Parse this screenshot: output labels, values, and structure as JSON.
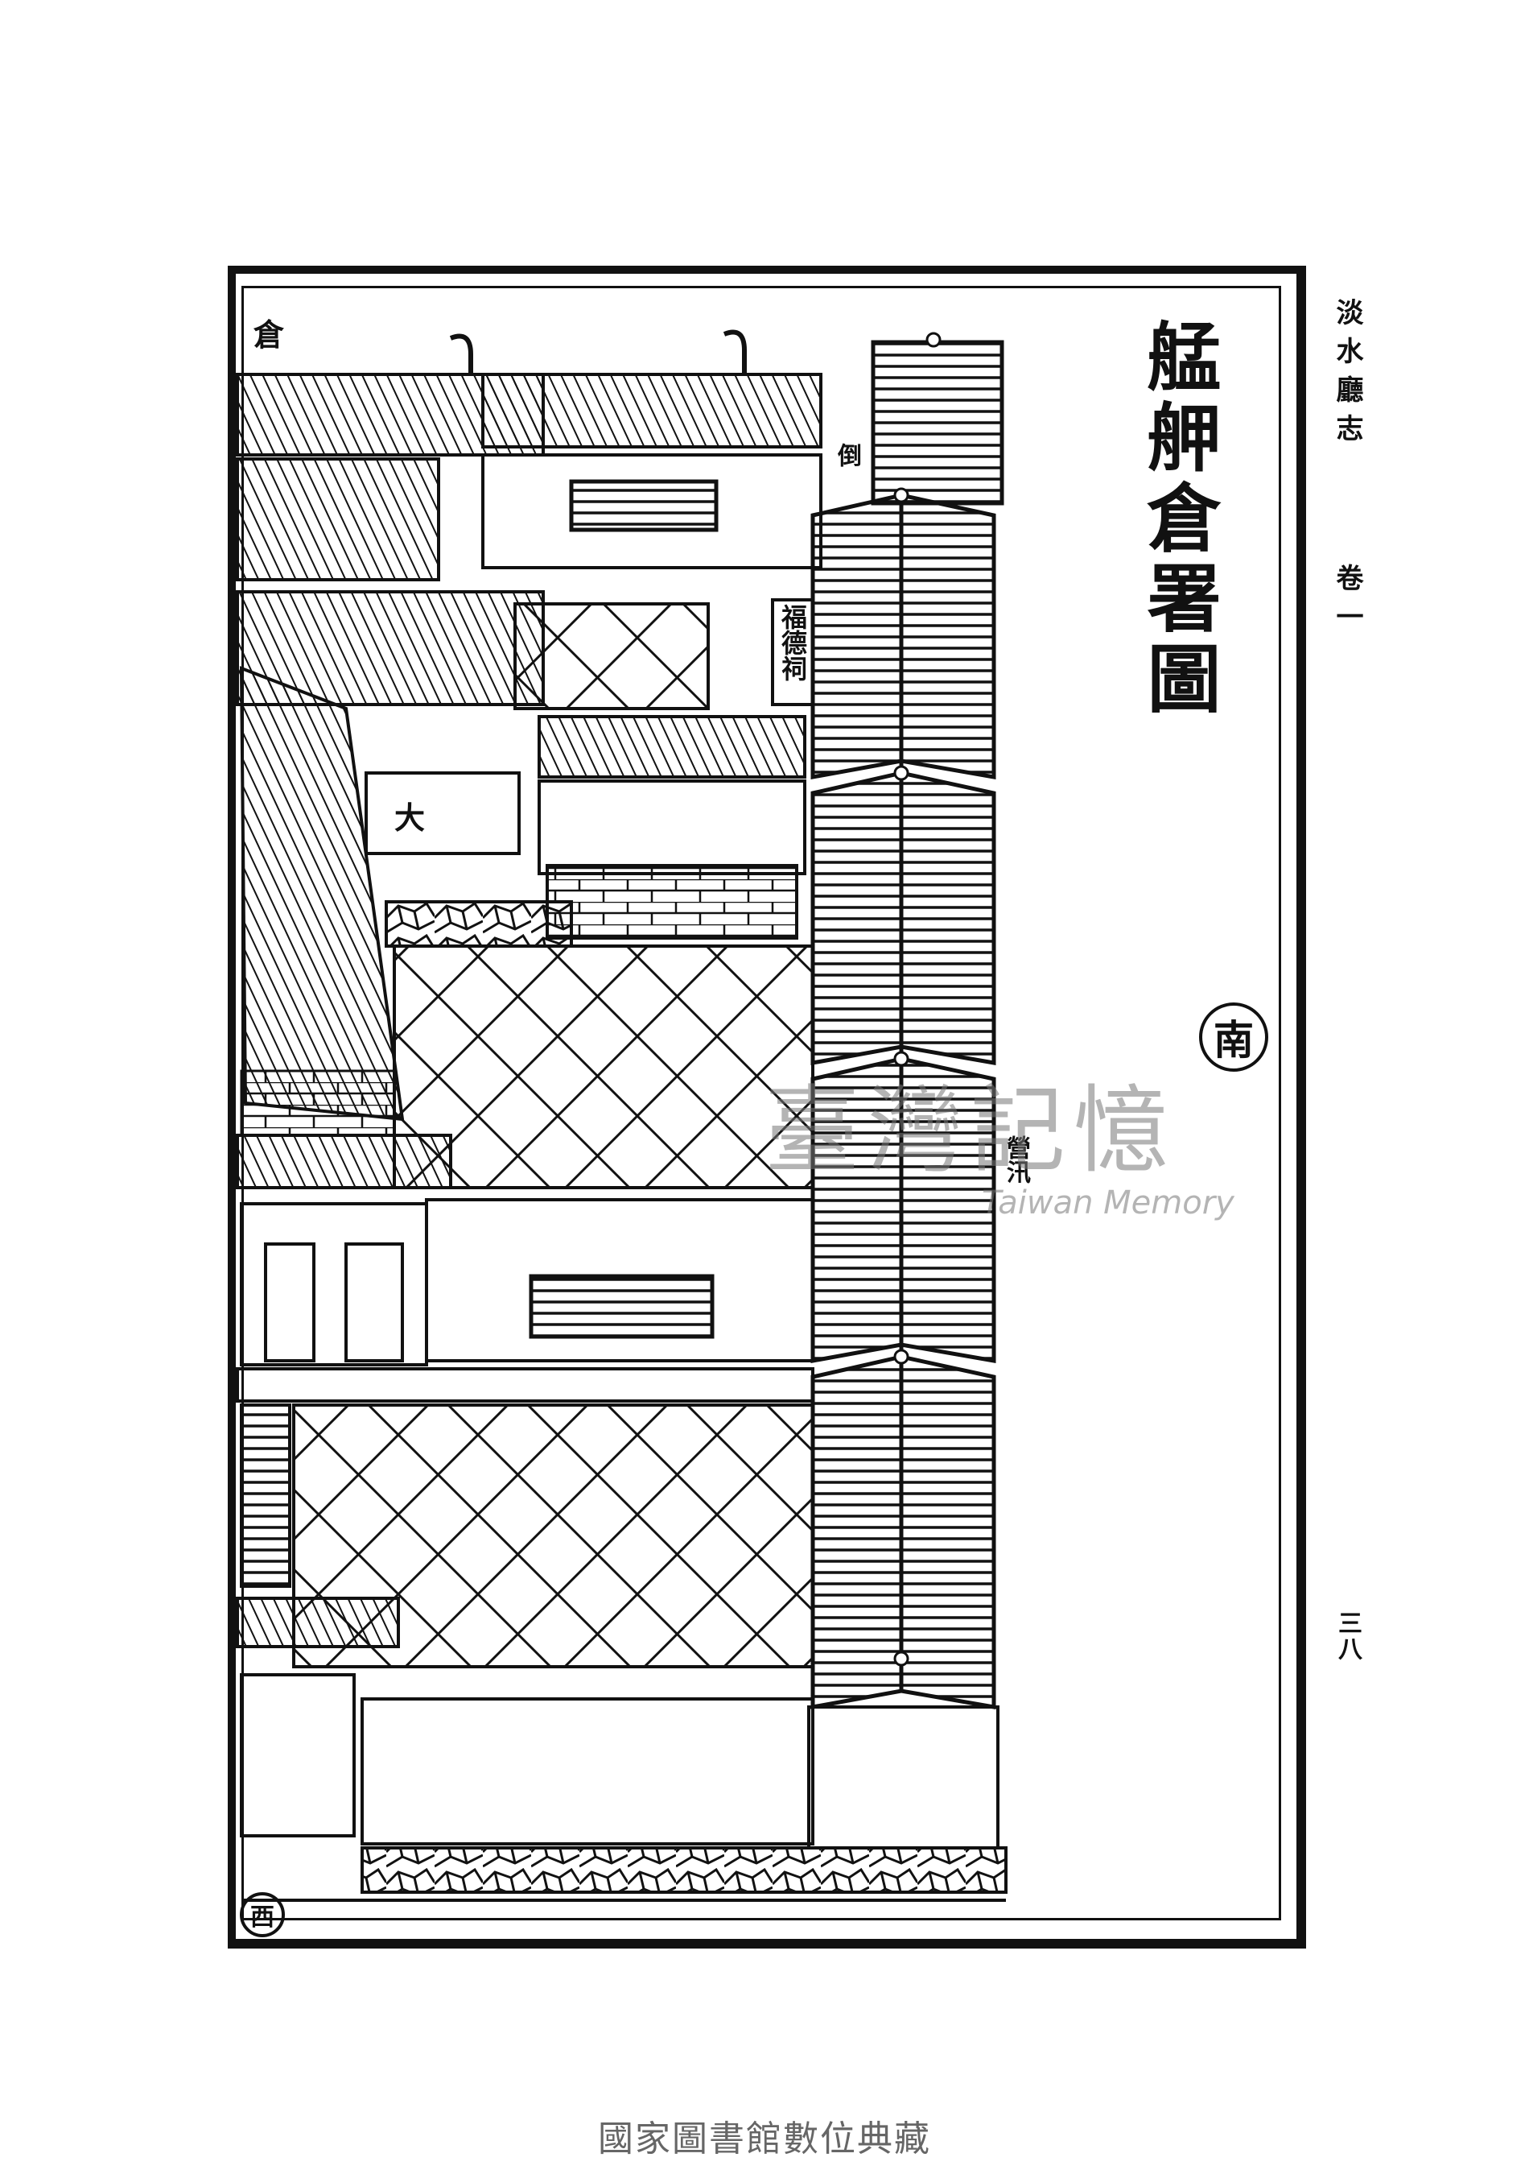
{
  "page": {
    "title": "艋舺倉署圖",
    "margin_title": "淡水廳志",
    "margin_volume": "卷一",
    "page_number": "三八",
    "footer": "國家圖書館數位典藏"
  },
  "labels": {
    "corner": "倉",
    "small_plaque": "倒",
    "shrine": "福德祠",
    "hall": "大",
    "gate": "營汛"
  },
  "compass": {
    "south": "南",
    "west": "西"
  },
  "watermark": {
    "chinese": "臺灣記憶",
    "english": "Taiwan Memory"
  }
}
